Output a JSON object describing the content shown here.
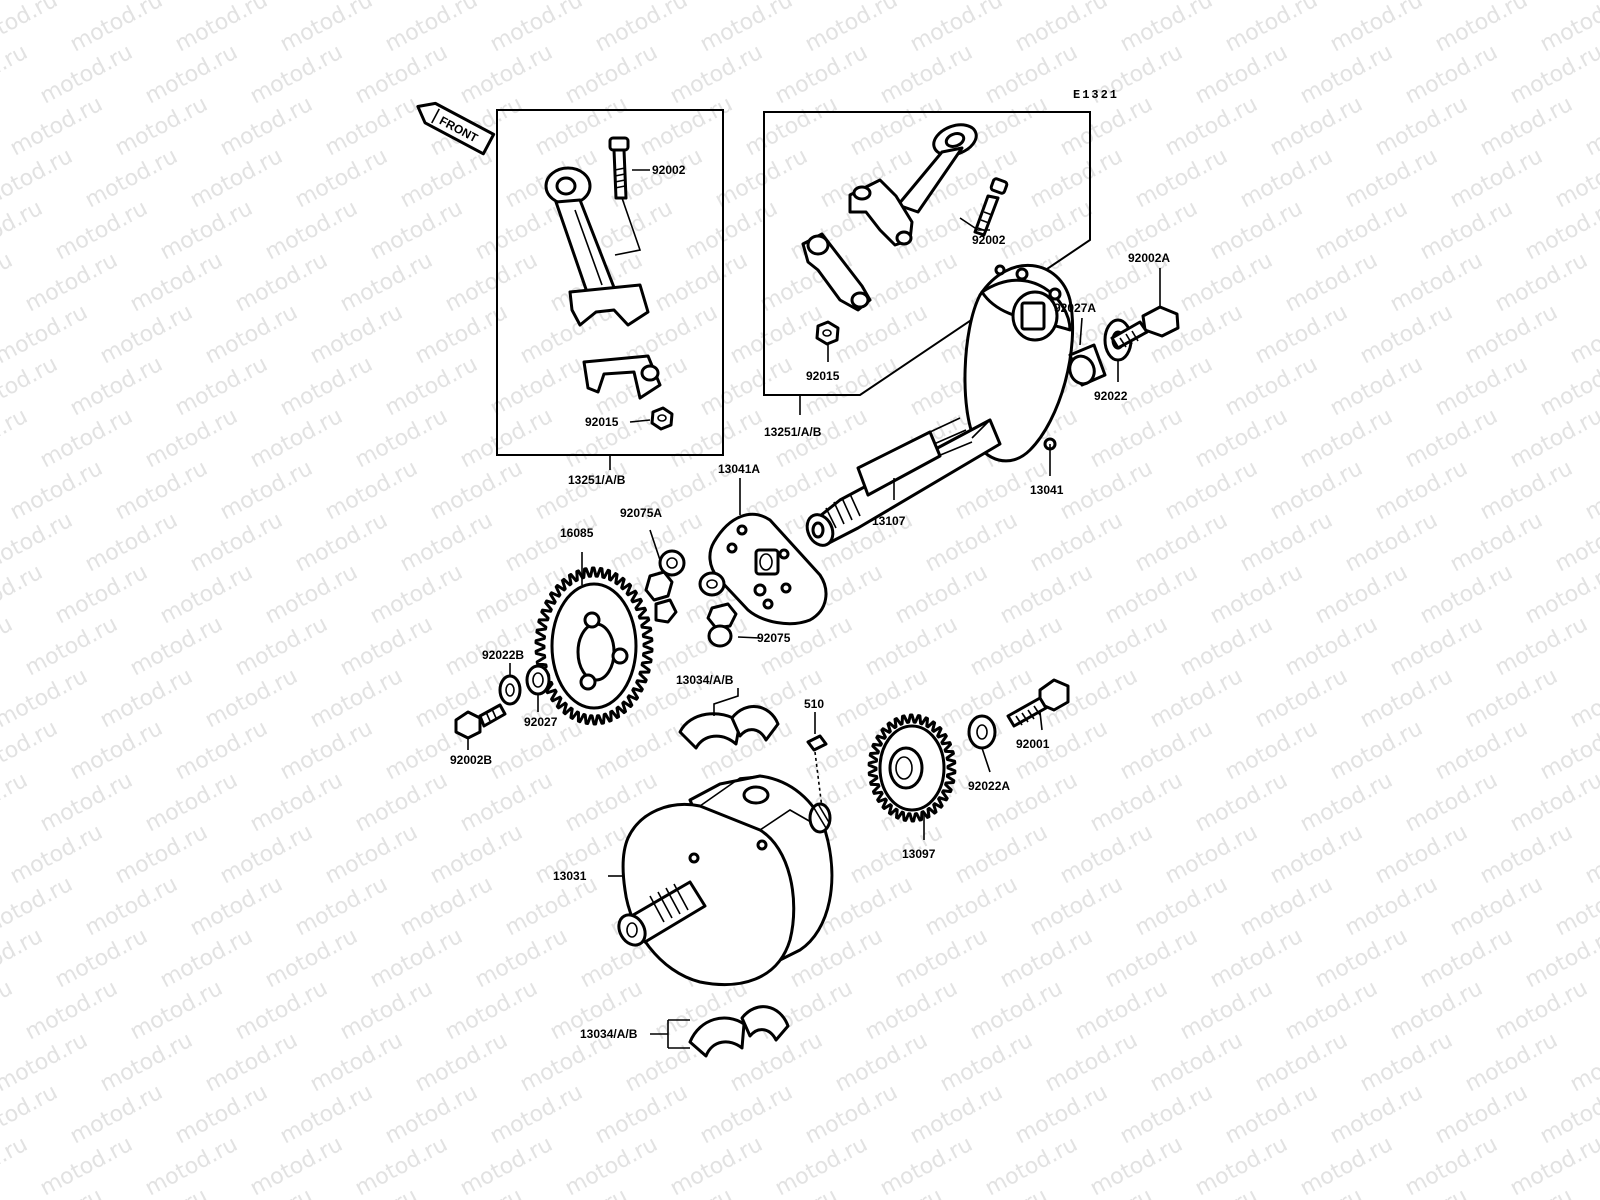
{
  "watermark": "motod.ru",
  "figure_code": "E1321",
  "front_label": "FRONT",
  "callouts": {
    "rod_left_bolt": "92002",
    "rod_left_nut": "92015",
    "rod_left_assy": "13251/A/B",
    "rod_right_bolt": "92002",
    "rod_right_nut": "92015",
    "rod_right_assy": "13251/A/B",
    "balancer_bolt": "92002A",
    "balancer_collar": "92027A",
    "balancer_washer": "92022",
    "balancer_weight": "13041",
    "balancer_shaft": "13107",
    "balancer_weight_a": "13041A",
    "damper_a": "92075A",
    "damper": "92075",
    "balancer_gear": "16085",
    "gear_washer": "92022B",
    "gear_collar": "92027",
    "gear_bolt": "92002B",
    "bearing_upper": "13034/A/B",
    "key": "510",
    "crank_gear_bolt": "92001",
    "crank_gear_washer": "92022A",
    "crank_gear": "13097",
    "crankshaft": "13031",
    "bearing_lower": "13034/A/B"
  },
  "icons": {
    "front_arrow": "front-arrow-icon"
  }
}
